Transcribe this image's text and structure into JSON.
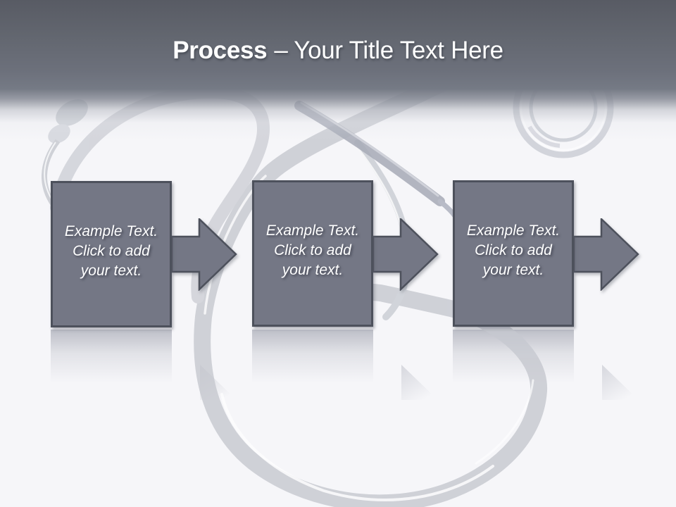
{
  "slide": {
    "title": {
      "bold": "Process",
      "rest": "– Your Title Text Here"
    },
    "process_steps": [
      {
        "lines": [
          "Example Text.",
          "Click to add",
          "your text."
        ]
      },
      {
        "lines": [
          "Example Text.",
          "Click to add",
          "your text."
        ]
      },
      {
        "lines": [
          "Example Text.",
          "Click to add",
          "your text."
        ]
      }
    ],
    "background_image": "stethoscope",
    "colors": {
      "header_top": "#585b64",
      "header_mid": "#757a85",
      "shape_fill": "#747785",
      "shape_border": "#4d515c",
      "shape_text": "#ffffff",
      "page_bg": "#f6f6f9",
      "tube_gray": "#c6c8cf"
    }
  }
}
